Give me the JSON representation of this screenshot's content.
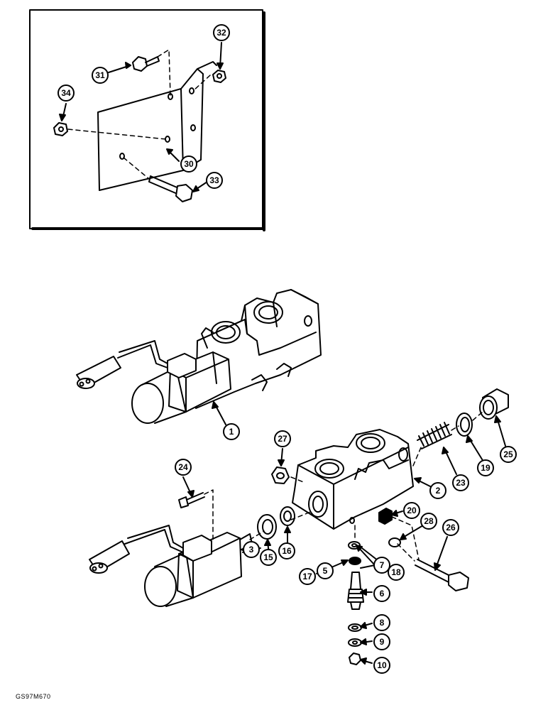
{
  "figure_code": "GS97M670",
  "callouts": [
    "31",
    "32",
    "34",
    "30",
    "33",
    "1",
    "27",
    "24",
    "2",
    "23",
    "19",
    "25",
    "20",
    "28",
    "26",
    "15",
    "16",
    "3",
    "17",
    "5",
    "7",
    "18",
    "6",
    "8",
    "9",
    "10"
  ]
}
